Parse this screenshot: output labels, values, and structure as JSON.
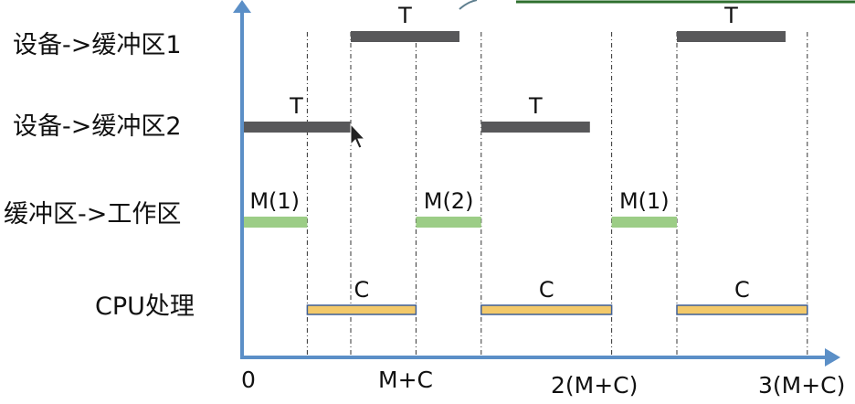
{
  "rows": [
    {
      "label": "设备->缓冲区1"
    },
    {
      "label": "设备->缓冲区2"
    },
    {
      "label": "缓冲区->工作区"
    },
    {
      "label": "CPU处理"
    }
  ],
  "x_ticks": [
    "0",
    "M+C",
    "2(M+C)",
    "3(M+C)"
  ],
  "colors": {
    "axis": "#5b8fc7",
    "T": "#58585a",
    "M": "#9ccd86",
    "C": "#f3c96a",
    "C_border": "#3f5f95",
    "guide": "#333333",
    "top_accent": "#2e6f2e"
  },
  "bars": [
    {
      "row": 0,
      "label": "T",
      "start": 0.5,
      "end": 1.0
    },
    {
      "row": 0,
      "label": "T",
      "start": 2.0,
      "end": 2.5
    },
    {
      "row": 1,
      "label": "T",
      "start": 0.0,
      "end": 0.5
    },
    {
      "row": 1,
      "label": "T",
      "start": 1.1,
      "end": 1.6
    },
    {
      "row": 2,
      "label": "M(1)",
      "start": 0.0,
      "end": 0.3
    },
    {
      "row": 2,
      "label": "M(2)",
      "start": 0.8,
      "end": 1.1
    },
    {
      "row": 2,
      "label": "M(1)",
      "start": 1.7,
      "end": 2.0
    },
    {
      "row": 3,
      "label": "C",
      "start": 0.3,
      "end": 0.8
    },
    {
      "row": 3,
      "label": "C",
      "start": 1.1,
      "end": 1.7
    },
    {
      "row": 3,
      "label": "C",
      "start": 2.0,
      "end": 2.6
    }
  ],
  "guides": [
    0.3,
    0.5,
    0.8,
    1.1,
    1.7,
    2.0,
    2.6
  ]
}
